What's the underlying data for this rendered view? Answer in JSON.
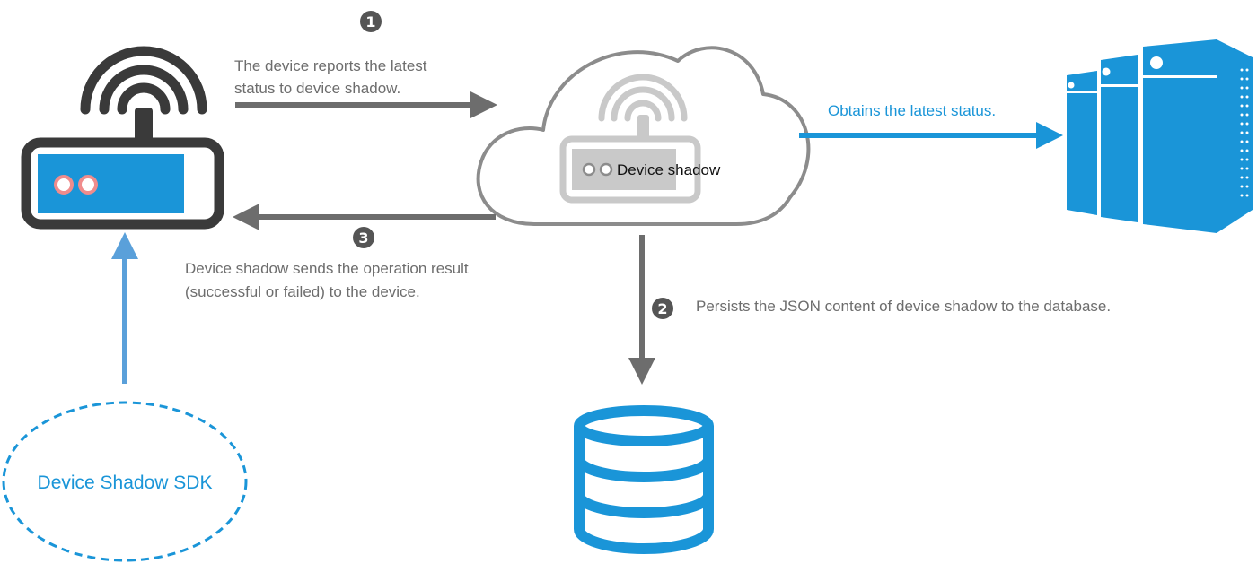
{
  "steps": {
    "report": {
      "number": "1",
      "lines": [
        "The device reports the latest",
        "status to device shadow."
      ]
    },
    "persist": {
      "number": "2",
      "text": "Persists the JSON content of device shadow to the database."
    },
    "result": {
      "number": "3",
      "lines": [
        "Device shadow sends the operation result",
        "(successful or failed) to the device."
      ]
    }
  },
  "server_link": {
    "text": "Obtains the latest status."
  },
  "cloud": {
    "shadow_label": "Device shadow"
  },
  "sdk": {
    "label": "Device Shadow SDK"
  },
  "icons": {
    "device": "router-icon",
    "cloud": "cloud-icon",
    "server": "server-icon",
    "database": "database-icon"
  },
  "colors": {
    "dark_outline": "#3a3a3a",
    "gray_arrow": "#6d6d6d",
    "blue": "#1a95d8",
    "light_gray": "#c9c9c9",
    "led": "#f08c8c"
  }
}
